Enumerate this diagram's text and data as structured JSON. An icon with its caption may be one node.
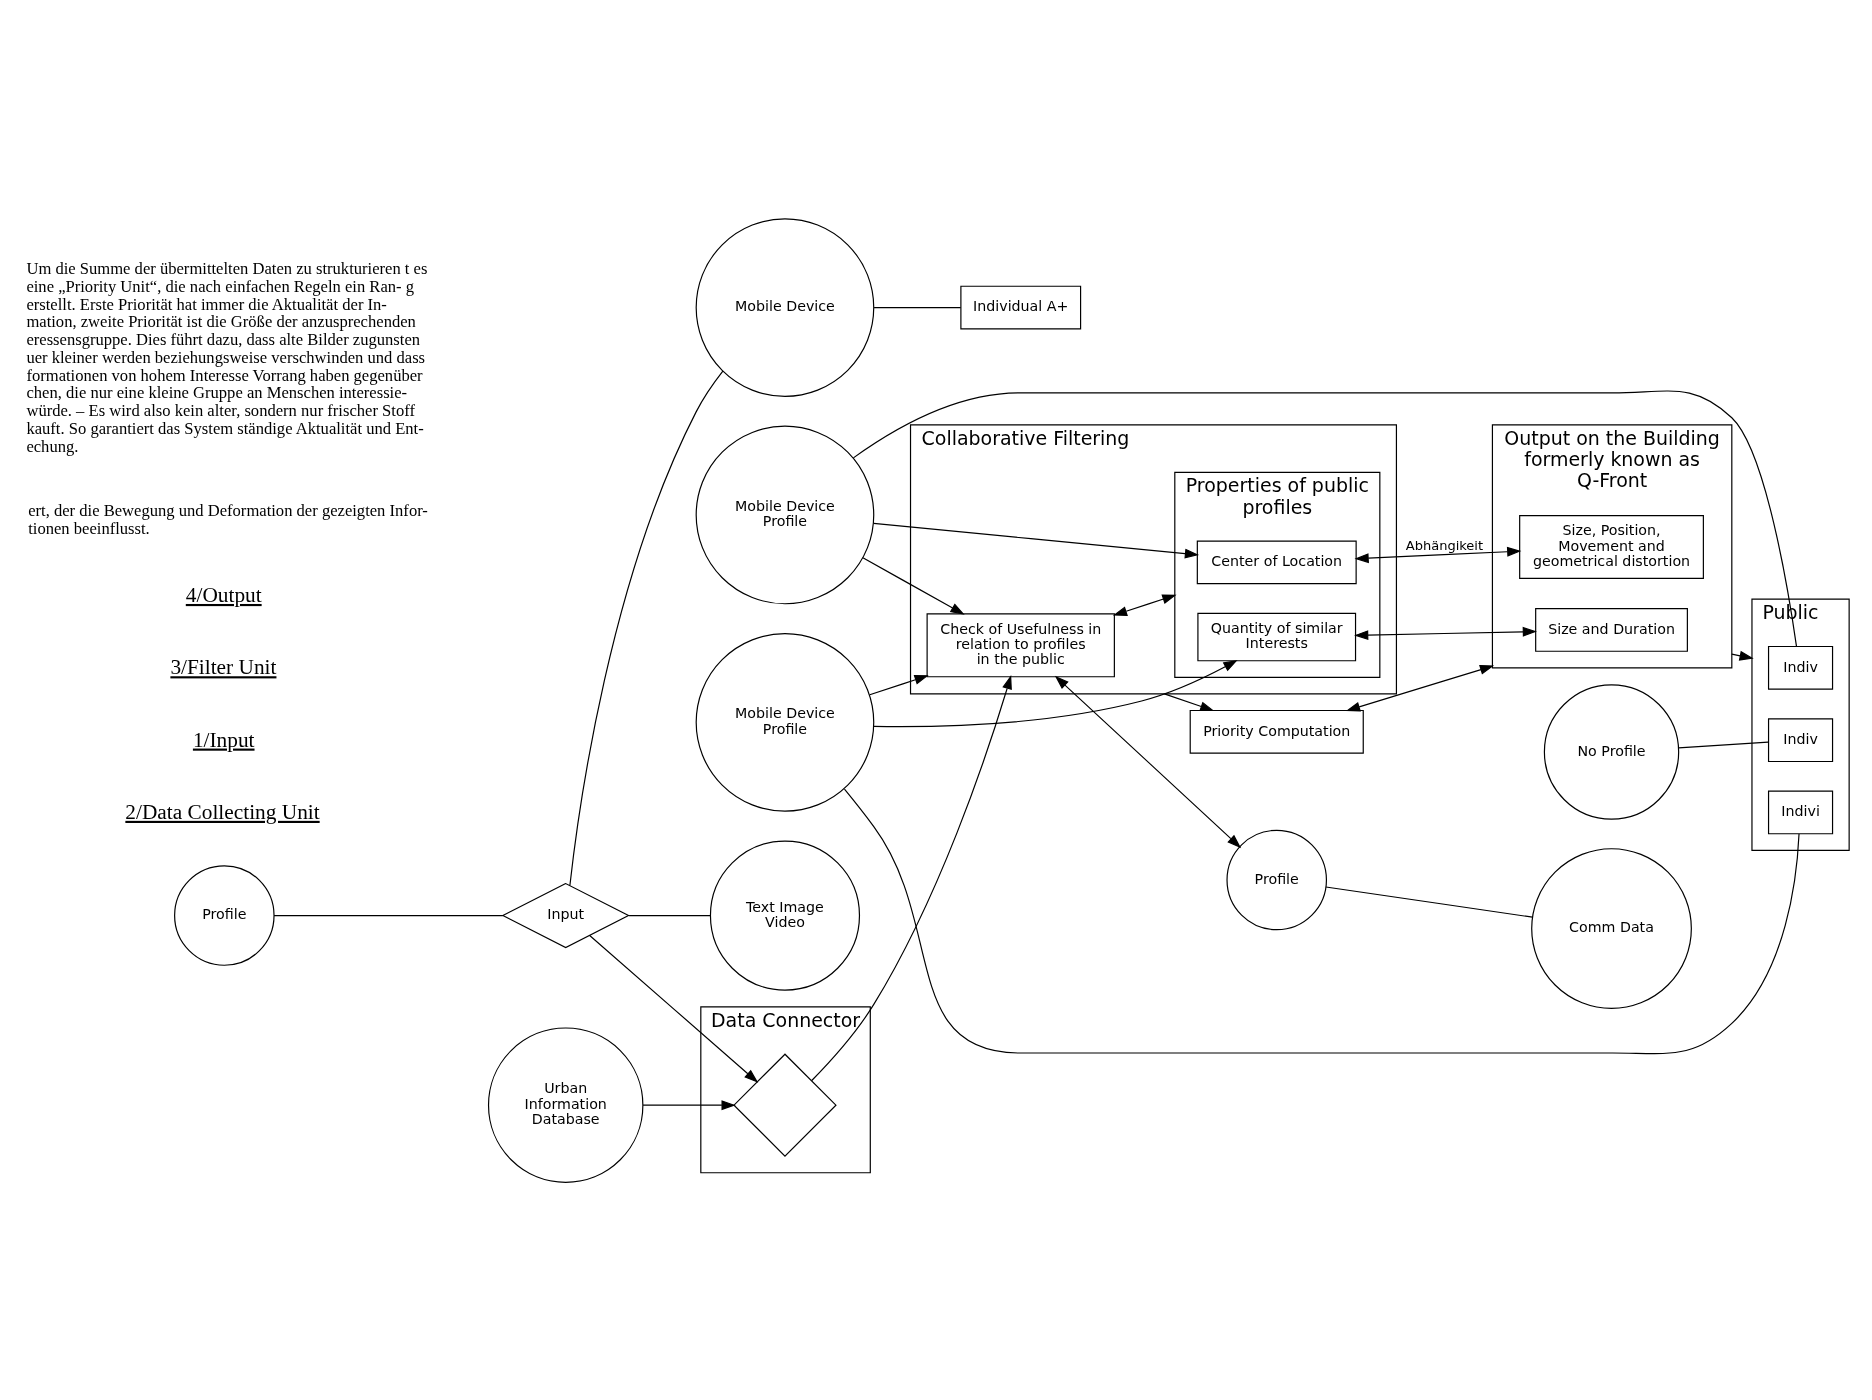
{
  "diagram": {
    "nodes": [
      {
        "text": [
          "Urban Information Database"
        ]
      },
      {
        "text": [
          "Data Connector"
        ]
      },
      {
        "text": [],
        "shape": "diamond",
        "in": 1
      },
      {
        "text": [
          "Profile"
        ]
      },
      {
        "text": [
          "Input"
        ]
      },
      {
        "text": [
          "Text Image Video"
        ]
      },
      {
        "text": [
          "Mobile Device"
        ]
      },
      {
        "text": [
          "Individual A+"
        ]
      },
      {
        "text": [
          "Collaborative Filtering"
        ]
      },
      {
        "text": [
          "Check of Usefulness in relation to profiles in the public"
        ],
        "in": 8
      },
      {
        "text": [
          "Properties of public profiles"
        ],
        "in": 8
      },
      {
        "text": [
          "Center of Location"
        ],
        "in": 10
      },
      {
        "text": [
          "Quantity of similar Interests"
        ],
        "in": 10
      },
      {
        "text": [
          "Profile"
        ]
      },
      {
        "text": [
          "Comm Data"
        ]
      },
      {
        "text": [
          "Mobile Device Profile"
        ]
      },
      {
        "text": [
          "Mobile Device Profile"
        ]
      },
      {
        "text": [
          "No Profile"
        ]
      },
      {
        "text": [
          "Public"
        ]
      },
      {
        "text": [
          "Indiv"
        ],
        "in": 18
      },
      {
        "text": [
          "Indivi"
        ],
        "in": 18
      },
      {
        "text": [
          "Indiv"
        ],
        "in": 18
      },
      {
        "text": [
          "Priority Computation"
        ]
      },
      {
        "text": [
          "Output on the Building formerly known as Q-Front"
        ]
      },
      {
        "text": [
          "Size and Duration"
        ],
        "in": 23
      },
      {
        "text": [
          "Size, Position, Movement and geometrical distortion"
        ],
        "in": 23
      }
    ],
    "edges": [
      {
        "from": 0,
        "to": 2,
        "arrow": "to"
      },
      {
        "from": 2,
        "to": 9,
        "arrow": "to"
      },
      {
        "from": 4,
        "to": 2,
        "arrow": "to"
      },
      {
        "from": 3,
        "to": 4,
        "arrow": "none"
      },
      {
        "from": 4,
        "to": 5,
        "arrow": "none"
      },
      {
        "from": 4,
        "to": 6,
        "arrow": "none"
      },
      {
        "from": 6,
        "to": 7,
        "arrow": "none"
      },
      {
        "from": 9,
        "to": 13,
        "arrow": "both"
      },
      {
        "from": 13,
        "to": 14,
        "arrow": "none"
      },
      {
        "from": 9,
        "to": 10,
        "arrow": "both"
      },
      {
        "from": 15,
        "to": 9,
        "arrow": "to"
      },
      {
        "from": 15,
        "to": 11,
        "arrow": "to"
      },
      {
        "from": 16,
        "to": 9,
        "arrow": "to"
      },
      {
        "from": 16,
        "to": 12,
        "arrow": "to"
      },
      {
        "from": 15,
        "to": 19,
        "arrow": "none"
      },
      {
        "from": 16,
        "to": 20,
        "arrow": "none"
      },
      {
        "from": 17,
        "to": 21,
        "arrow": "none"
      },
      {
        "from": 8,
        "to": 22,
        "arrow": "to"
      },
      {
        "from": 22,
        "to": 23,
        "arrow": "both"
      },
      {
        "from": 23,
        "to": 18,
        "arrow": "to"
      },
      {
        "from": 11,
        "to": 25,
        "arrow": "both",
        "label": "Abhängikeit"
      },
      {
        "from": 12,
        "to": 24,
        "arrow": "both"
      }
    ],
    "labels": [
      "2/Data Collecting Unit",
      "1/Input",
      "3/Filter Unit",
      "4/Output",
      "ert, der die Bewegung und Deformation der gezeigten Infor- tionen beeinflusst.",
      "Um die Summe der übermittelten Daten zu strukturieren t es eine „Priority Unit“, die nach einfachen Regeln ein Ran- g erstellt. Erste Priorität hat immer die Aktualität der In- mation, zweite Priorität ist die Größe der anzusprechenden eressensgruppe. Dies führt dazu, dass alte Bilder zugunsten uer kleiner werden beziehungsweise verschwinden und dass formationen von hohem Interesse Vorrang haben gegenüber chen, die nur eine kleine Gruppe an Menschen interessie- würde. – Es wird also kein alter, sondern nur frischer Stoff kauft. So garantiert das System ständige Aktualität und Ent- echung."
    ]
  }
}
